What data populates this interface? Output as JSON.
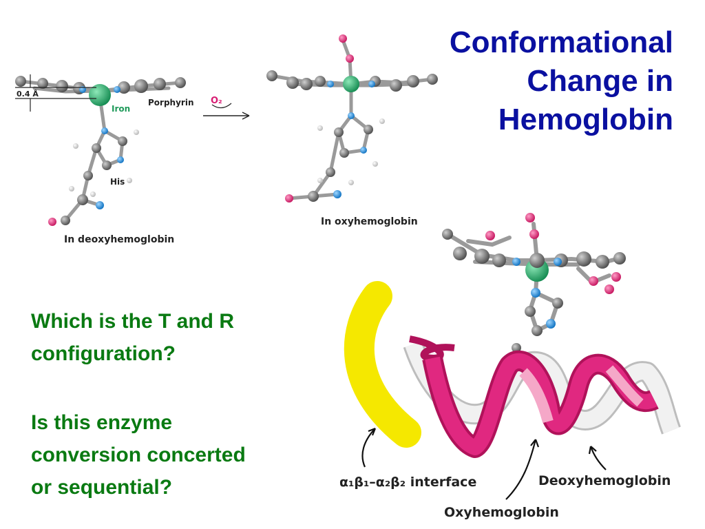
{
  "slide": {
    "title_lines": [
      "Conformational",
      "Change in",
      "Hemoglobin"
    ],
    "question1_lines": [
      "Which is the T and R",
      "configuration?"
    ],
    "question2_lines": [
      "Is this enzyme",
      "conversion concerted",
      "or sequential?"
    ]
  },
  "figure_top": {
    "distance_label": "0.4 Å",
    "iron_label": "Iron",
    "porphyrin_label": "Porphyrin",
    "oxygen_label": "O₂",
    "his_label": "His",
    "deoxy_caption": "In deoxyhemoglobin",
    "oxy_caption": "In oxyhemoglobin"
  },
  "figure_bottom": {
    "interface_label": "α₁β₁–α₂β₂ interface",
    "deoxy_label": "Deoxyhemoglobin",
    "oxy_label": "Oxyhemoglobin"
  },
  "colors": {
    "title": "#0a10a0",
    "question_text": "#0a7a12",
    "iron": "#2aa86a",
    "nitrogen": "#1e90e0",
    "oxygen": "#e0307a",
    "carbon": "#6e6e6e",
    "helix_oxy": "#d81b72",
    "helix_deoxy": "#e8e8e8",
    "interface_bar": "#f5e800"
  }
}
